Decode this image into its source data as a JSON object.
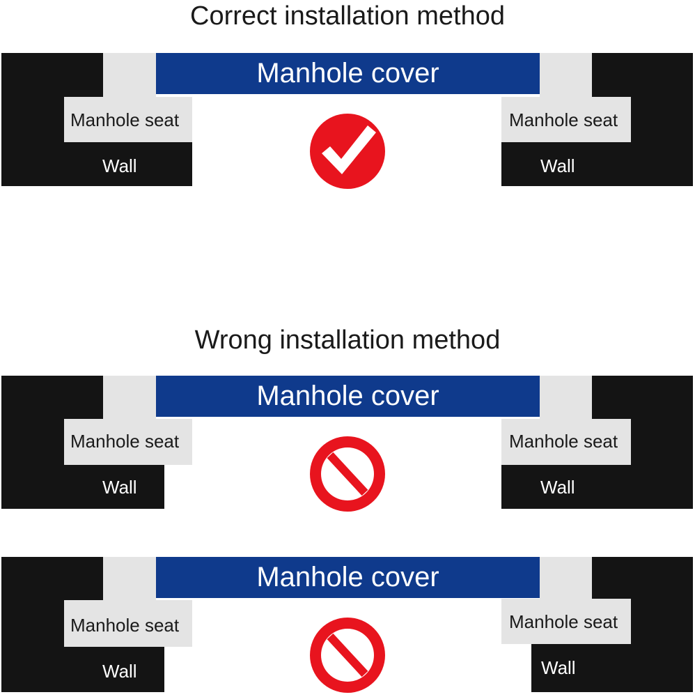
{
  "colors": {
    "wall": "#141414",
    "seat": "#e4e4e4",
    "cover": "#0f3a8c",
    "sign_red": "#e8141e",
    "sign_white": "#ffffff"
  },
  "correct": {
    "title": "Correct installation method",
    "cover_label": "Manhole cover",
    "seat_left_label": "Manhole seat",
    "seat_right_label": "Manhole seat",
    "wall_left_label": "Wall",
    "wall_right_label": "Wall",
    "sign_icon": "red-check-icon"
  },
  "wrong": {
    "title": "Wrong installation method",
    "example1": {
      "cover_label": "Manhole cover",
      "seat_left_label": "Manhole seat",
      "seat_right_label": "Manhole seat",
      "wall_left_label": "Wall",
      "wall_right_label": "Wall",
      "sign_icon": "prohibited-icon"
    },
    "example2": {
      "cover_label": "Manhole cover",
      "seat_left_label": "Manhole seat",
      "seat_right_label": "Manhole seat",
      "wall_left_label": "Wall",
      "wall_right_label": "Wall",
      "sign_icon": "prohibited-icon"
    }
  }
}
